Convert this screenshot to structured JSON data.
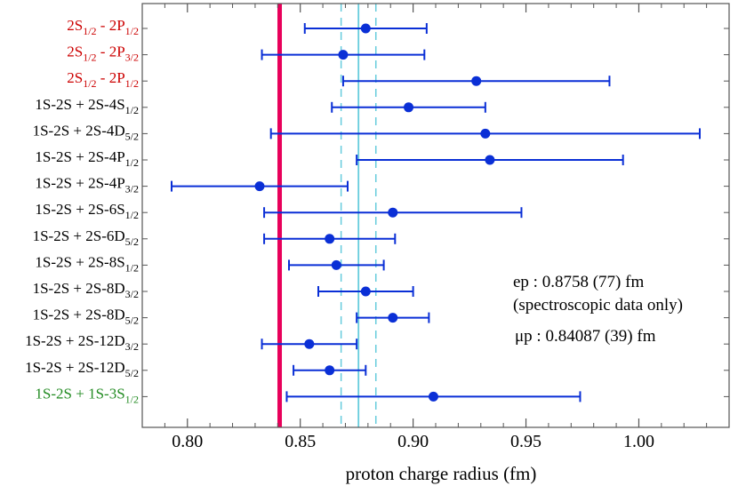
{
  "chart_data": {
    "type": "scatter",
    "xlabel": "proton charge radius (fm)",
    "xlim": [
      0.78,
      1.04
    ],
    "xticks": [
      "0.80",
      "0.85",
      "0.90",
      "0.95",
      "1.00"
    ],
    "xtick_values": [
      0.8,
      0.85,
      0.9,
      0.95,
      1.0
    ],
    "rows": [
      {
        "label": "2S",
        "sub": "1/2",
        "label2": " - 2P",
        "sub2": "1/2",
        "color": "#cc0000",
        "value": 0.879,
        "lo": 0.852,
        "hi": 0.906
      },
      {
        "label": "2S",
        "sub": "1/2",
        "label2": " - 2P",
        "sub2": "3/2",
        "color": "#cc0000",
        "value": 0.869,
        "lo": 0.833,
        "hi": 0.905
      },
      {
        "label": "2S",
        "sub": "1/2",
        "label2": " - 2P",
        "sub2": "1/2",
        "color": "#cc0000",
        "value": 0.928,
        "lo": 0.869,
        "hi": 0.987
      },
      {
        "label": "1S-2S  +  2S-4S",
        "sub": "1/2",
        "color": "#000000",
        "value": 0.898,
        "lo": 0.864,
        "hi": 0.932
      },
      {
        "label": "1S-2S  +  2S-4D",
        "sub": "5/2",
        "color": "#000000",
        "value": 0.932,
        "lo": 0.837,
        "hi": 1.027
      },
      {
        "label": "1S-2S  +  2S-4P",
        "sub": "1/2",
        "color": "#000000",
        "value": 0.934,
        "lo": 0.875,
        "hi": 0.993
      },
      {
        "label": "1S-2S  +  2S-4P",
        "sub": "3/2",
        "color": "#000000",
        "value": 0.832,
        "lo": 0.793,
        "hi": 0.871
      },
      {
        "label": "1S-2S  +  2S-6S",
        "sub": "1/2",
        "color": "#000000",
        "value": 0.891,
        "lo": 0.834,
        "hi": 0.948
      },
      {
        "label": "1S-2S  +  2S-6D",
        "sub": "5/2",
        "color": "#000000",
        "value": 0.863,
        "lo": 0.834,
        "hi": 0.892
      },
      {
        "label": "1S-2S  +  2S-8S",
        "sub": "1/2",
        "color": "#000000",
        "value": 0.866,
        "lo": 0.845,
        "hi": 0.887
      },
      {
        "label": "1S-2S  +  2S-8D",
        "sub": "3/2",
        "color": "#000000",
        "value": 0.879,
        "lo": 0.858,
        "hi": 0.9
      },
      {
        "label": "1S-2S  +  2S-8D",
        "sub": "5/2",
        "color": "#000000",
        "value": 0.891,
        "lo": 0.875,
        "hi": 0.907
      },
      {
        "label": "1S-2S  +  2S-12D",
        "sub": "3/2",
        "color": "#000000",
        "value": 0.854,
        "lo": 0.833,
        "hi": 0.875
      },
      {
        "label": "1S-2S  +  2S-12D",
        "sub": "5/2",
        "color": "#000000",
        "value": 0.863,
        "lo": 0.847,
        "hi": 0.879
      },
      {
        "label": "1S-2S  +  1S-3S",
        "sub": "1/2",
        "color": "#228b22",
        "value": 0.909,
        "lo": 0.844,
        "hi": 0.974
      }
    ],
    "reference_lines": [
      {
        "name": "ep",
        "value": 0.8758,
        "band": [
          0.8681,
          0.8835
        ],
        "color": "#66ccdd"
      },
      {
        "name": "mu p",
        "value": 0.84087,
        "color": "#e8005a"
      }
    ],
    "annotations": {
      "ep_line1": "ep : 0.8758 (77) fm",
      "ep_line2": "(spectroscopic data only)",
      "mup_line": "μp : 0.84087 (39) fm"
    },
    "colors": {
      "points": "#0a2fd6",
      "frame": "#555555"
    }
  }
}
